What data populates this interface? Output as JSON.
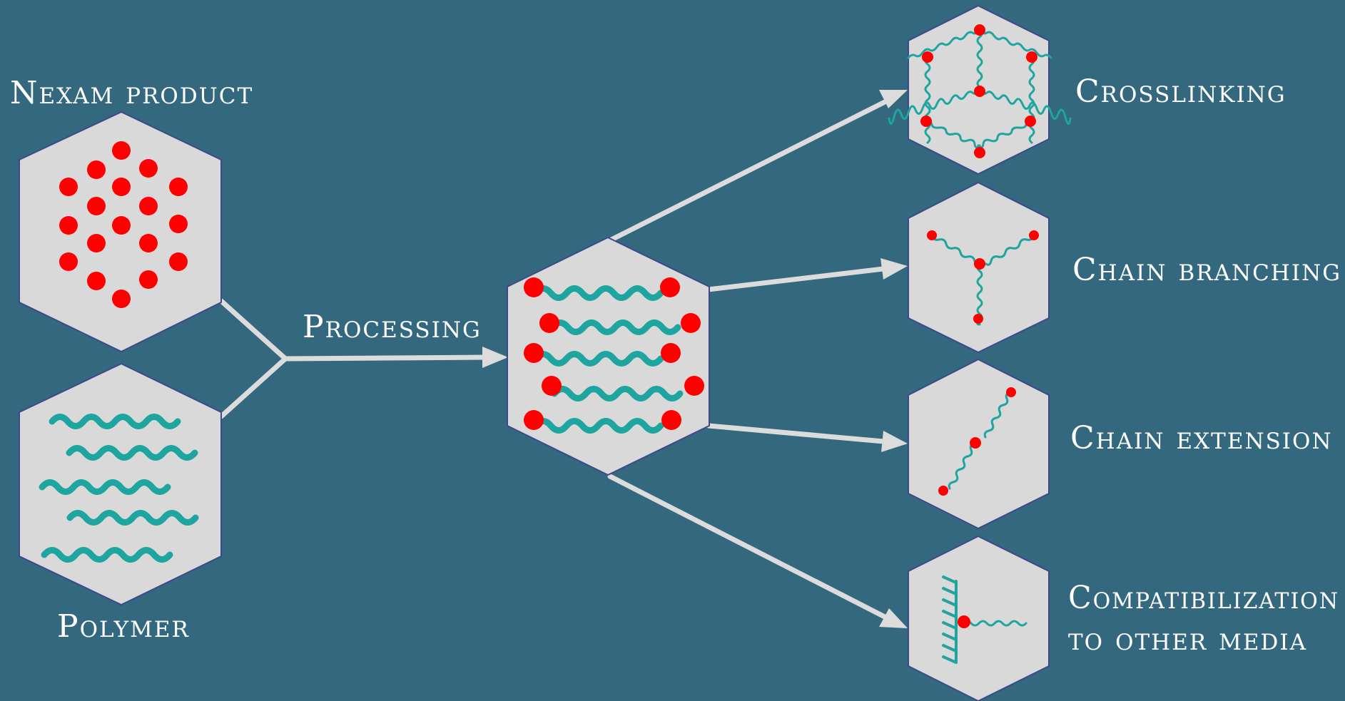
{
  "labels": {
    "nexam_product": "Nexam product",
    "polymer": "Polymer",
    "processing": "Processing",
    "crosslinking": "Crosslinking",
    "chain_branching": "Chain branching",
    "chain_extension": "Chain extension",
    "compatibilization_line1": "Compatibilization",
    "compatibilization_line2": "to other media"
  },
  "colors": {
    "background": "#33687f",
    "hexagon_fill": "#d9d9d9",
    "hexagon_border": "#3d4a8a",
    "reactive_dot": "#ff0000",
    "polymer_chain": "#1ea59f",
    "arrow": "#dcdcdc",
    "text": "#ffffff"
  }
}
